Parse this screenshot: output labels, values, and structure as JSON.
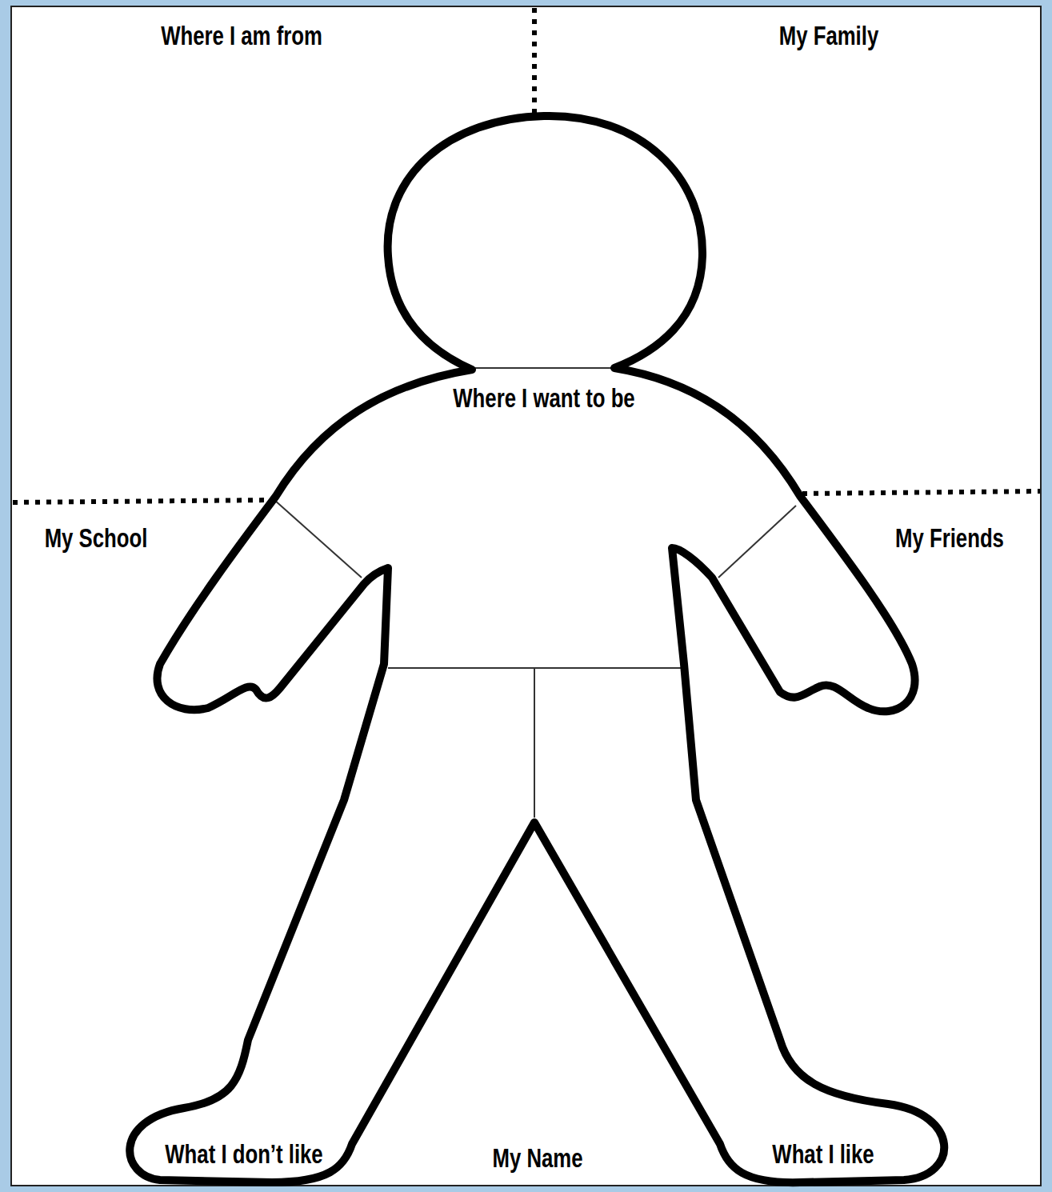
{
  "diagram": {
    "labels": [
      "Where I am from",
      "My Family",
      "Where I want to be",
      "My School",
      "My Friends",
      "What I don’t like",
      "My Name",
      "What I like"
    ]
  }
}
